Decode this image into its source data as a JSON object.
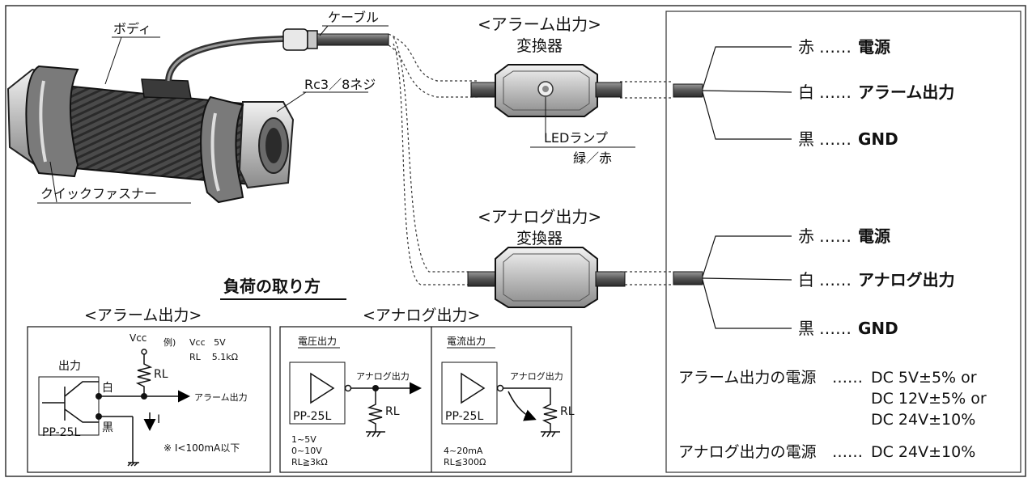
{
  "top": {
    "body_label": "ボディ",
    "cable_label": "ケーブル",
    "thread_label": "Rc3／8ネジ",
    "fastener_label": "クイックファスナー",
    "alarm_converter_title": "<アラーム出力>",
    "alarm_converter_sub": "変換器",
    "led_label": "LEDランプ",
    "led_colors": "緑／赤",
    "analog_converter_title": "<アナログ出力>",
    "analog_converter_sub": "変換器"
  },
  "wires_alarm": [
    {
      "color": "赤",
      "dots": "……",
      "function": "電源"
    },
    {
      "color": "白",
      "dots": "……",
      "function": "アラーム出力"
    },
    {
      "color": "黒",
      "dots": "……",
      "function": "GND"
    }
  ],
  "wires_analog": [
    {
      "color": "赤",
      "dots": "……",
      "function": "電源"
    },
    {
      "color": "白",
      "dots": "……",
      "function": "アナログ出力"
    },
    {
      "color": "黒",
      "dots": "……",
      "function": "GND"
    }
  ],
  "power": {
    "alarm_label": "アラーム出力の電源",
    "dots": "……",
    "alarm_values": [
      "DC 5V±5% or",
      "DC 12V±5% or",
      "DC 24V±10%"
    ],
    "analog_label": "アナログ出力の電源",
    "analog_value": "DC 24V±10%"
  },
  "load": {
    "heading": "負荷の取り方",
    "alarm_title": "<アラーム出力>",
    "alarm": {
      "vcc": "Vcc",
      "example": "例)",
      "ex_vcc": "Vcc   5V",
      "ex_rl": "RL    5.1kΩ",
      "out_label": "出力",
      "white": "白",
      "black": "黒",
      "rl": "RL",
      "current": "I",
      "device": "PP-25L",
      "arrow_label": "アラーム出力",
      "note": "※ I<100mA以下"
    },
    "analog_title": "<アナログ出力>",
    "voltage": {
      "heading": "電圧出力",
      "out_label": "アナログ出力",
      "device": "PP-25L",
      "rl": "RL",
      "spec": [
        "1~5V",
        "0~10V",
        "RL≧3kΩ"
      ]
    },
    "current": {
      "heading": "電流出力",
      "out_label": "アナログ出力",
      "device": "PP-25L",
      "rl": "RL",
      "spec": [
        "4~20mA",
        "RL≦300Ω"
      ]
    }
  }
}
